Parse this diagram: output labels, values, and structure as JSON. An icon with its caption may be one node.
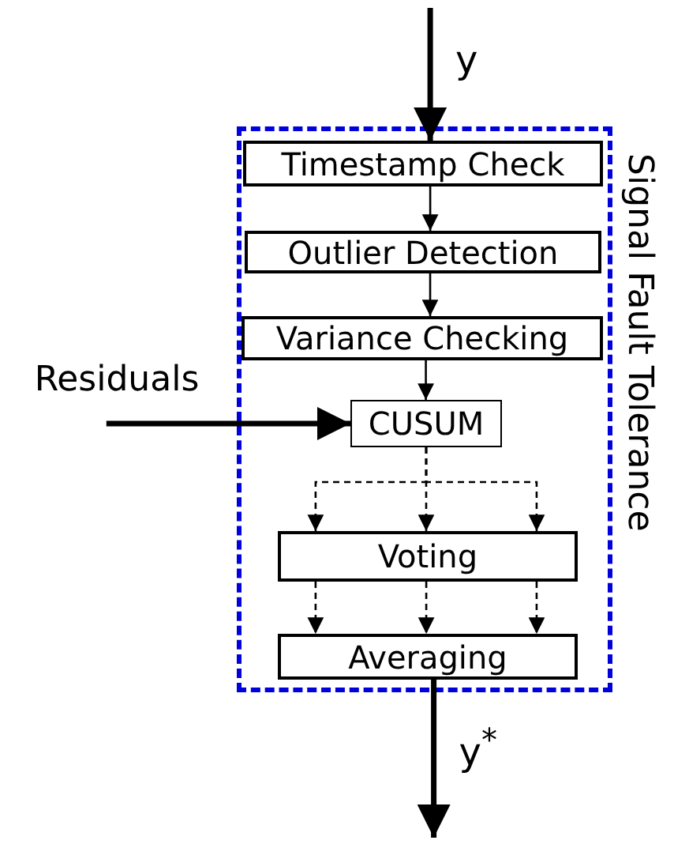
{
  "diagram": {
    "nodes": [
      {
        "text": [
          "Signal Fault Tolerance"
        ]
      },
      {
        "text": [
          "Timestamp Check"
        ],
        "in": 0
      },
      {
        "text": [
          "Outlier Detection"
        ],
        "in": 0
      },
      {
        "text": [
          "Variance Checking"
        ],
        "in": 0
      },
      {
        "text": [
          "Residuals"
        ]
      },
      {
        "text": [
          "CUSUM"
        ],
        "in": 0
      },
      {
        "text": [
          "Voting"
        ],
        "in": 0
      },
      {
        "text": [
          "Averaging"
        ],
        "in": 0
      }
    ],
    "edges": [
      {
        "from": null,
        "to": 1,
        "arrow": "to",
        "label": "y",
        "style": "thick"
      },
      {
        "from": 1,
        "to": 2,
        "arrow": "to"
      },
      {
        "from": 2,
        "to": 3,
        "arrow": "to"
      },
      {
        "from": 3,
        "to": 5,
        "arrow": "to"
      },
      {
        "from": 4,
        "to": 5,
        "arrow": "to",
        "style": "thick"
      },
      {
        "from": 5,
        "to": 6,
        "arrow": "to",
        "style": "dashed"
      },
      {
        "from": 5,
        "to": 6,
        "arrow": "to",
        "style": "dashed"
      },
      {
        "from": 5,
        "to": 6,
        "arrow": "to",
        "style": "dashed"
      },
      {
        "from": 6,
        "to": 7,
        "arrow": "to",
        "style": "dashed"
      },
      {
        "from": 6,
        "to": 7,
        "arrow": "to",
        "style": "dashed"
      },
      {
        "from": 6,
        "to": 7,
        "arrow": "to",
        "style": "dashed"
      },
      {
        "from": 7,
        "to": null,
        "arrow": "to",
        "label": "y$^{*}$",
        "style": "thick"
      }
    ]
  }
}
